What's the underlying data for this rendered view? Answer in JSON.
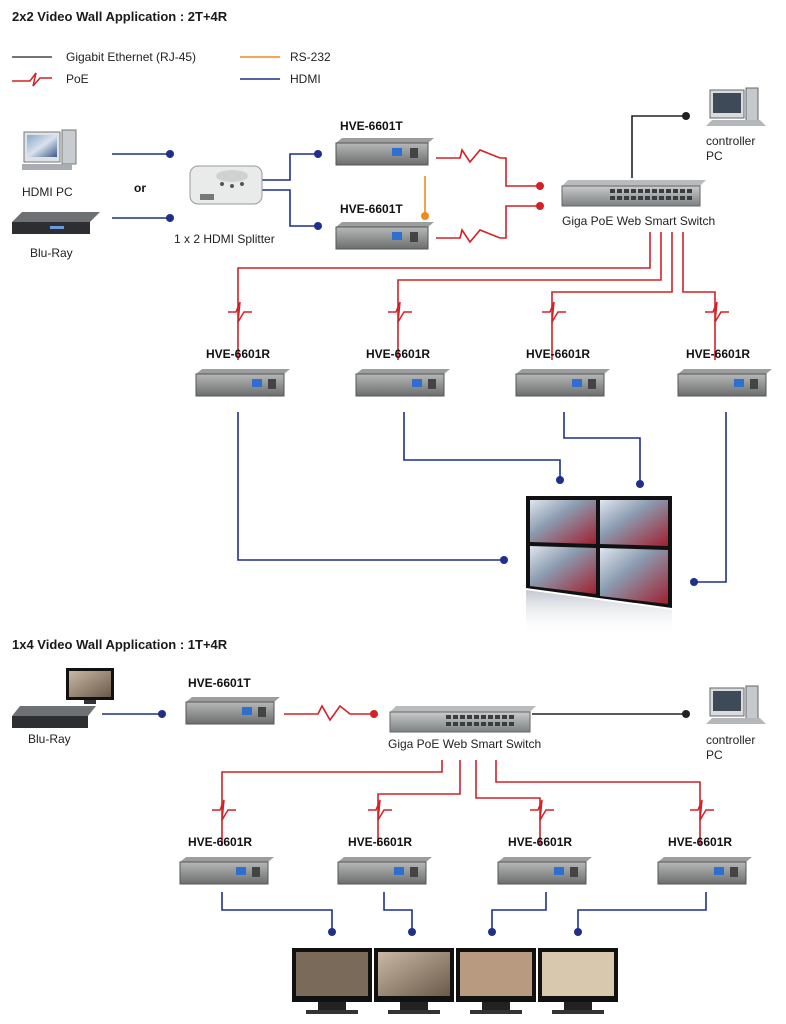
{
  "section1": {
    "title": "2x2 Video Wall Application : 2T+4R",
    "legend": {
      "ethernet": "Gigabit Ethernet (RJ-45)",
      "poe": "PoE",
      "rs232": "RS-232",
      "hdmi": "HDMI"
    },
    "hdmi_pc": "HDMI PC",
    "or": "or",
    "bluray": "Blu-Ray",
    "splitter": "1 x 2 HDMI Splitter",
    "transmitter_1": "HVE-6601T",
    "transmitter_2": "HVE-6601T",
    "switch": "Giga PoE Web Smart Switch",
    "controller_1": "controller",
    "controller_2": "PC",
    "receivers": [
      "HVE-6601R",
      "HVE-6601R",
      "HVE-6601R",
      "HVE-6601R"
    ]
  },
  "section2": {
    "title": "1x4 Video Wall Application : 1T+4R",
    "bluray": "Blu-Ray",
    "transmitter": "HVE-6601T",
    "switch": "Giga PoE Web Smart Switch",
    "controller_1": "controller",
    "controller_2": "PC",
    "receivers": [
      "HVE-6601R",
      "HVE-6601R",
      "HVE-6601R",
      "HVE-6601R"
    ]
  },
  "colors": {
    "ethernet": "#222222",
    "poe": "#d42027",
    "rs232": "#f08a1c",
    "hdmi": "#1f2f8c"
  }
}
